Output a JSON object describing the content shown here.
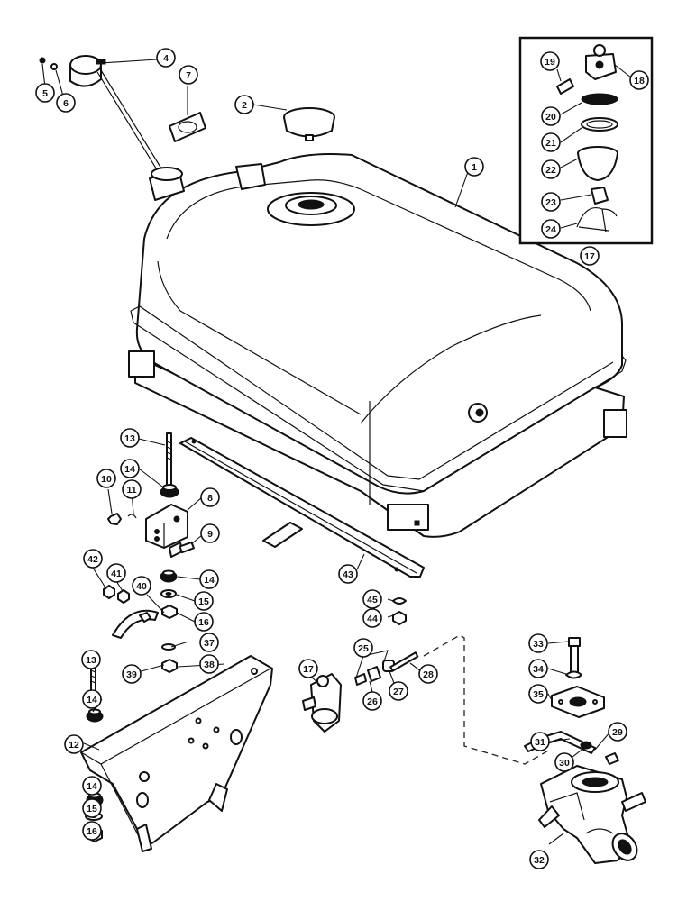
{
  "callouts": [
    {
      "id": "c1",
      "label": "1"
    },
    {
      "id": "c2",
      "label": "2"
    },
    {
      "id": "c4",
      "label": "4"
    },
    {
      "id": "c5",
      "label": "5"
    },
    {
      "id": "c6",
      "label": "6"
    },
    {
      "id": "c7",
      "label": "7"
    },
    {
      "id": "c8",
      "label": "8"
    },
    {
      "id": "c9",
      "label": "9"
    },
    {
      "id": "c10",
      "label": "10"
    },
    {
      "id": "c11",
      "label": "11"
    },
    {
      "id": "c12",
      "label": "12"
    },
    {
      "id": "c13a",
      "label": "13"
    },
    {
      "id": "c13b",
      "label": "13"
    },
    {
      "id": "c14a",
      "label": "14"
    },
    {
      "id": "c14b",
      "label": "14"
    },
    {
      "id": "c14c",
      "label": "14"
    },
    {
      "id": "c14d",
      "label": "14"
    },
    {
      "id": "c15a",
      "label": "15"
    },
    {
      "id": "c15b",
      "label": "15"
    },
    {
      "id": "c16a",
      "label": "16"
    },
    {
      "id": "c16b",
      "label": "16"
    },
    {
      "id": "c17a",
      "label": "17"
    },
    {
      "id": "c17b",
      "label": "17"
    },
    {
      "id": "c18",
      "label": "18"
    },
    {
      "id": "c19",
      "label": "19"
    },
    {
      "id": "c20",
      "label": "20"
    },
    {
      "id": "c21",
      "label": "21"
    },
    {
      "id": "c22",
      "label": "22"
    },
    {
      "id": "c23",
      "label": "23"
    },
    {
      "id": "c24",
      "label": "24"
    },
    {
      "id": "c25",
      "label": "25"
    },
    {
      "id": "c26",
      "label": "26"
    },
    {
      "id": "c27",
      "label": "27"
    },
    {
      "id": "c28",
      "label": "28"
    },
    {
      "id": "c29",
      "label": "29"
    },
    {
      "id": "c30",
      "label": "30"
    },
    {
      "id": "c31",
      "label": "31"
    },
    {
      "id": "c32",
      "label": "32"
    },
    {
      "id": "c33",
      "label": "33"
    },
    {
      "id": "c34",
      "label": "34"
    },
    {
      "id": "c35",
      "label": "35"
    },
    {
      "id": "c37",
      "label": "37"
    },
    {
      "id": "c38",
      "label": "38"
    },
    {
      "id": "c39",
      "label": "39"
    },
    {
      "id": "c40",
      "label": "40"
    },
    {
      "id": "c41",
      "label": "41"
    },
    {
      "id": "c42",
      "label": "42"
    },
    {
      "id": "c43",
      "label": "43"
    },
    {
      "id": "c44",
      "label": "44"
    },
    {
      "id": "c45",
      "label": "45"
    }
  ]
}
